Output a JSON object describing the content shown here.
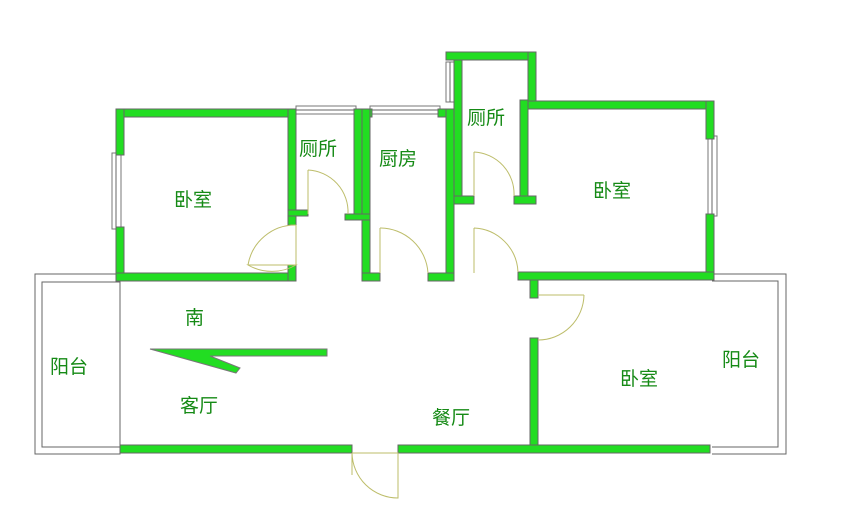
{
  "rooms": {
    "bedroom_left": "卧室",
    "toilet_1": "厕所",
    "kitchen": "厨房",
    "toilet_2": "厕所",
    "bedroom_right": "卧室",
    "south": "南",
    "balcony_left": "阳台",
    "living_room": "客厅",
    "dining_room": "餐厅",
    "bedroom_bottom": "卧室",
    "balcony_right": "阳台"
  },
  "colors": {
    "wall": "#22dd22",
    "label": "#158a15",
    "door": "#bdbd6a",
    "outline": "#666666"
  }
}
